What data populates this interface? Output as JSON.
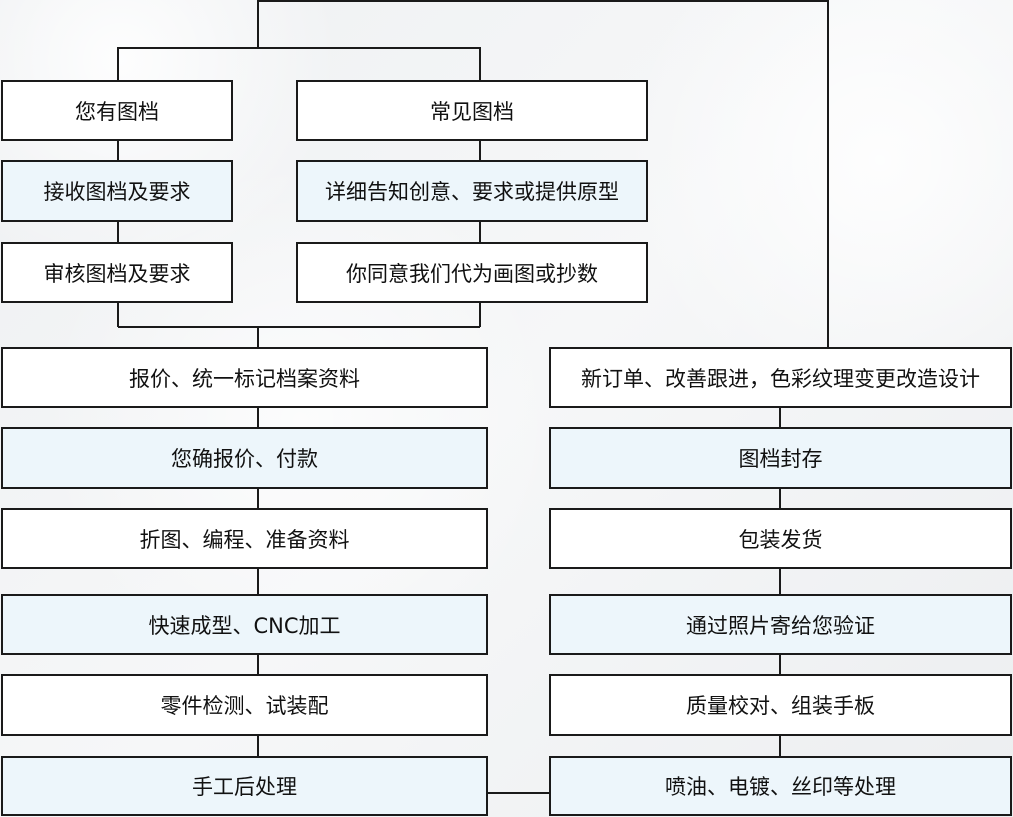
{
  "left_branch": {
    "b1": "您有图档",
    "b2": "接收图档及要求",
    "b3": "审核图档及要求"
  },
  "right_branch": {
    "b1": "常见图档",
    "b2": "详细告知创意、要求或提供原型",
    "b3": "你同意我们代为画图或抄数"
  },
  "left_column": [
    "报价、统一标记档案资料",
    "您确报价、付款",
    "折图、编程、准备资料",
    "快速成型、CNC加工",
    "零件检测、试装配",
    "手工后处理"
  ],
  "right_column": [
    "新订单、改善跟进，色彩纹理变更改造设计",
    "图档封存",
    "包装发货",
    "通过照片寄给您验证",
    "质量校对、组装手板",
    "喷油、电镀、丝印等处理"
  ],
  "colors": {
    "white_box": "#ffffff",
    "blue_box": "#edf6fb",
    "border": "#1a1a1a"
  }
}
